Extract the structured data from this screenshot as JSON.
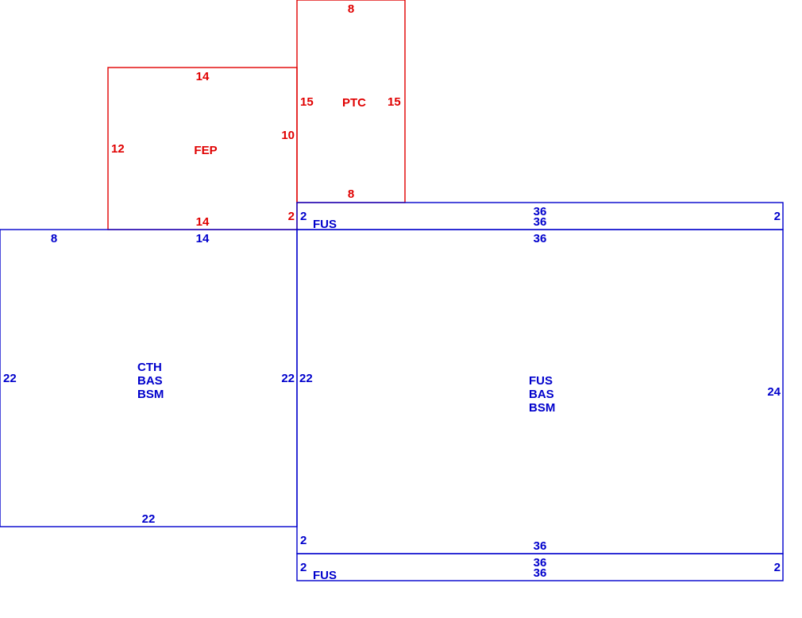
{
  "colors": {
    "red": "#e00000",
    "blue": "#0000cc",
    "background": "#ffffff"
  },
  "rooms": {
    "ptc": {
      "name": "PTC",
      "top": "8",
      "left": "15",
      "right": "15",
      "bottom": "8"
    },
    "fep": {
      "name": "FEP",
      "top": "14",
      "left": "12",
      "right": "10",
      "bottom": "14",
      "corner": "2"
    },
    "cth": {
      "lines": [
        "CTH",
        "BAS",
        "BSM"
      ],
      "top_left": "8",
      "top": "14",
      "left": "22",
      "right": "22",
      "bottom": "22"
    },
    "fus_top_strip": {
      "name": "FUS",
      "left": "2",
      "top": "36",
      "bottom": "36",
      "right": "2"
    },
    "fus_main": {
      "lines": [
        "FUS",
        "BAS",
        "BSM"
      ],
      "top": "36",
      "left": "22",
      "right": "24",
      "bottom": "36",
      "bottom_left": "2"
    },
    "fus_bottom_strip": {
      "name": "FUS",
      "left": "2",
      "top": "36",
      "bottom": "36",
      "right": "2"
    }
  }
}
